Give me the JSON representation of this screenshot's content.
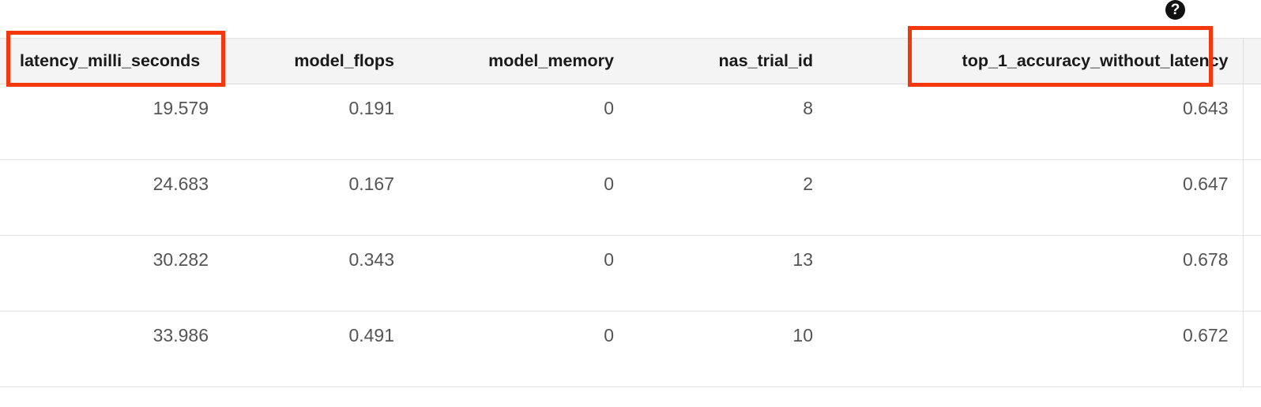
{
  "table": {
    "columns": [
      {
        "key": "latency_milli_seconds",
        "label": "latency_milli_seconds",
        "align": "left",
        "highlighted": true
      },
      {
        "key": "model_flops",
        "label": "model_flops",
        "align": "right",
        "highlighted": false
      },
      {
        "key": "model_memory",
        "label": "model_memory",
        "align": "right",
        "highlighted": false
      },
      {
        "key": "nas_trial_id",
        "label": "nas_trial_id",
        "align": "right",
        "highlighted": false
      },
      {
        "key": "top_1_accuracy_without_latency",
        "label": "top_1_accuracy_without_latency",
        "align": "right",
        "highlighted": true
      }
    ],
    "rows": [
      {
        "latency_milli_seconds": "19.579",
        "model_flops": "0.191",
        "model_memory": "0",
        "nas_trial_id": "8",
        "top_1_accuracy_without_latency": "0.643"
      },
      {
        "latency_milli_seconds": "24.683",
        "model_flops": "0.167",
        "model_memory": "0",
        "nas_trial_id": "2",
        "top_1_accuracy_without_latency": "0.647"
      },
      {
        "latency_milli_seconds": "30.282",
        "model_flops": "0.343",
        "model_memory": "0",
        "nas_trial_id": "13",
        "top_1_accuracy_without_latency": "0.678"
      },
      {
        "latency_milli_seconds": "33.986",
        "model_flops": "0.491",
        "model_memory": "0",
        "nas_trial_id": "10",
        "top_1_accuracy_without_latency": "0.672"
      }
    ]
  },
  "help": {
    "icon": "help-question-mark-icon",
    "glyph": "?"
  },
  "annotations": {
    "highlight_color": "#f5380b",
    "boxes": [
      {
        "name": "latency-header-highlight",
        "target": "latency_milli_seconds"
      },
      {
        "name": "accuracy-header-highlight",
        "target": "top_1_accuracy_without_latency"
      }
    ]
  },
  "colors": {
    "header_background": "#f4f4f4",
    "header_text": "#1a1a1a",
    "cell_text": "#555555",
    "row_divider": "#e3e3e3",
    "page_background": "#ffffff",
    "help_icon_background": "#111111"
  }
}
